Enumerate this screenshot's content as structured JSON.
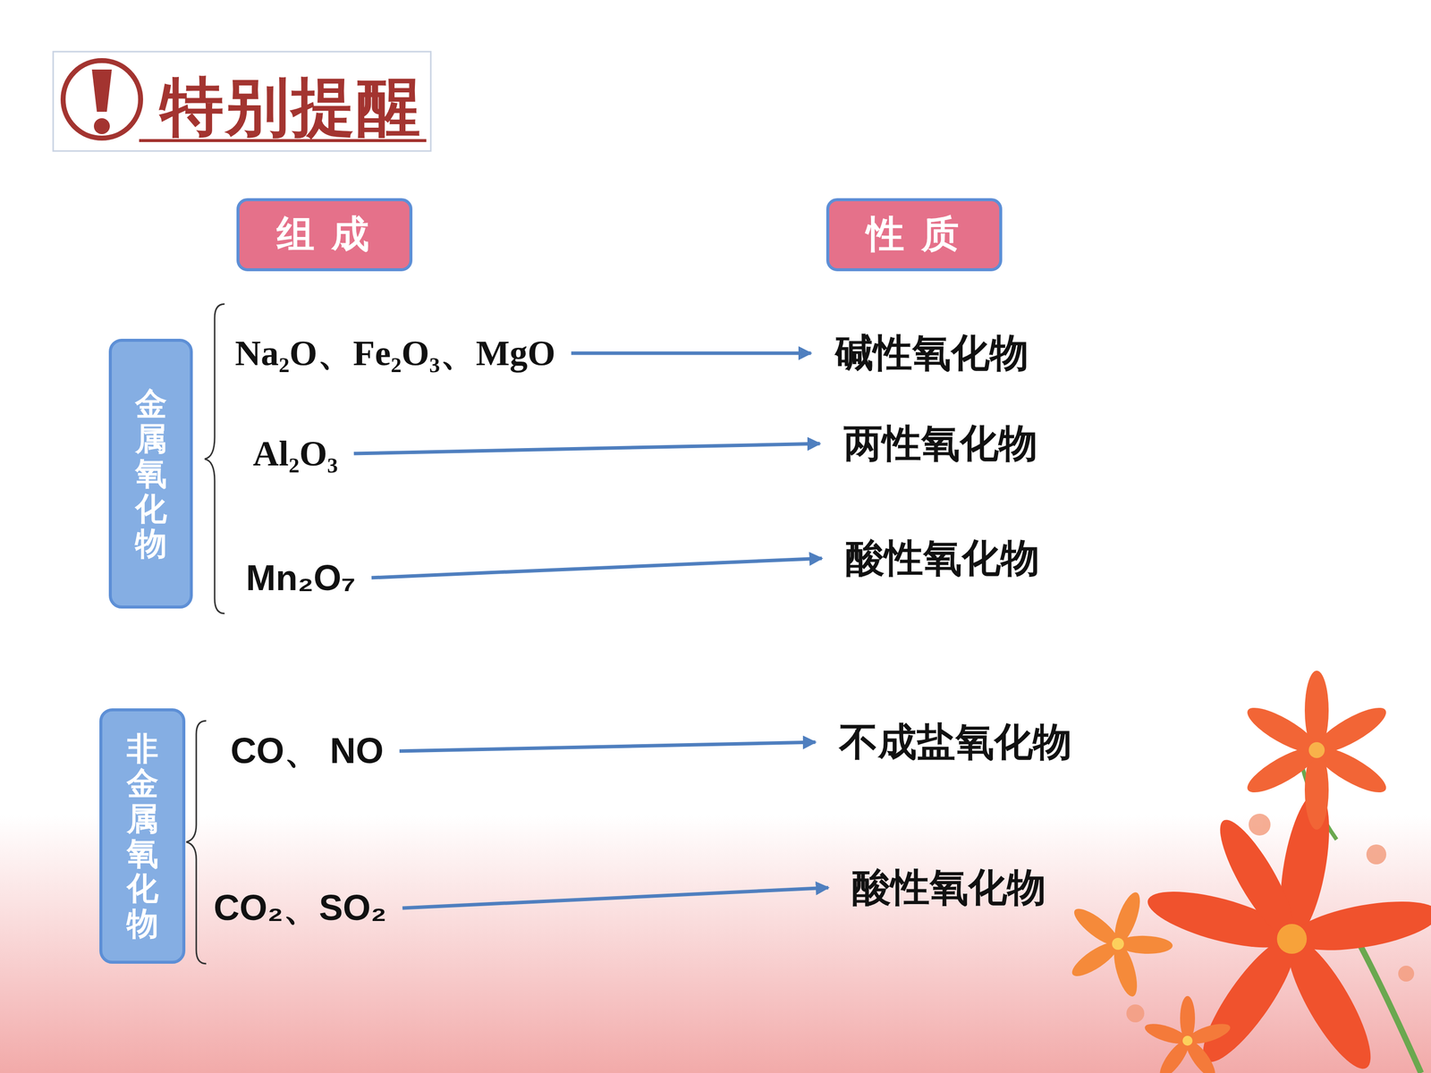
{
  "diagram": {
    "title": "特别提醒",
    "nodes": [
      {
        "text": [
          "组 成"
        ]
      },
      {
        "text": [
          "性 质"
        ]
      },
      {
        "text": [
          "金属氧化物"
        ]
      },
      {
        "text": [
          "Na₂O、Fe₂O₃、MgO"
        ]
      },
      {
        "text": [
          "碱性氧化物"
        ]
      },
      {
        "text": [
          "Al₂O₃"
        ]
      },
      {
        "text": [
          "两性氧化物"
        ]
      },
      {
        "text": [
          "Mn₂O₇"
        ]
      },
      {
        "text": [
          "酸性氧化物"
        ]
      },
      {
        "text": [
          "非金属氧化物"
        ]
      },
      {
        "text": [
          "CO、 NO"
        ]
      },
      {
        "text": [
          "不成盐氧化物"
        ]
      },
      {
        "text": [
          "CO₂、SO₂"
        ]
      },
      {
        "text": [
          "酸性氧化物"
        ]
      }
    ],
    "edges": [
      {
        "from": 3,
        "to": 4,
        "arrow": "to"
      },
      {
        "from": 5,
        "to": 6,
        "arrow": "to"
      },
      {
        "from": 7,
        "to": 8,
        "arrow": "to"
      },
      {
        "from": 10,
        "to": 11,
        "arrow": "to"
      },
      {
        "from": 12,
        "to": 13,
        "arrow": "to"
      }
    ]
  }
}
